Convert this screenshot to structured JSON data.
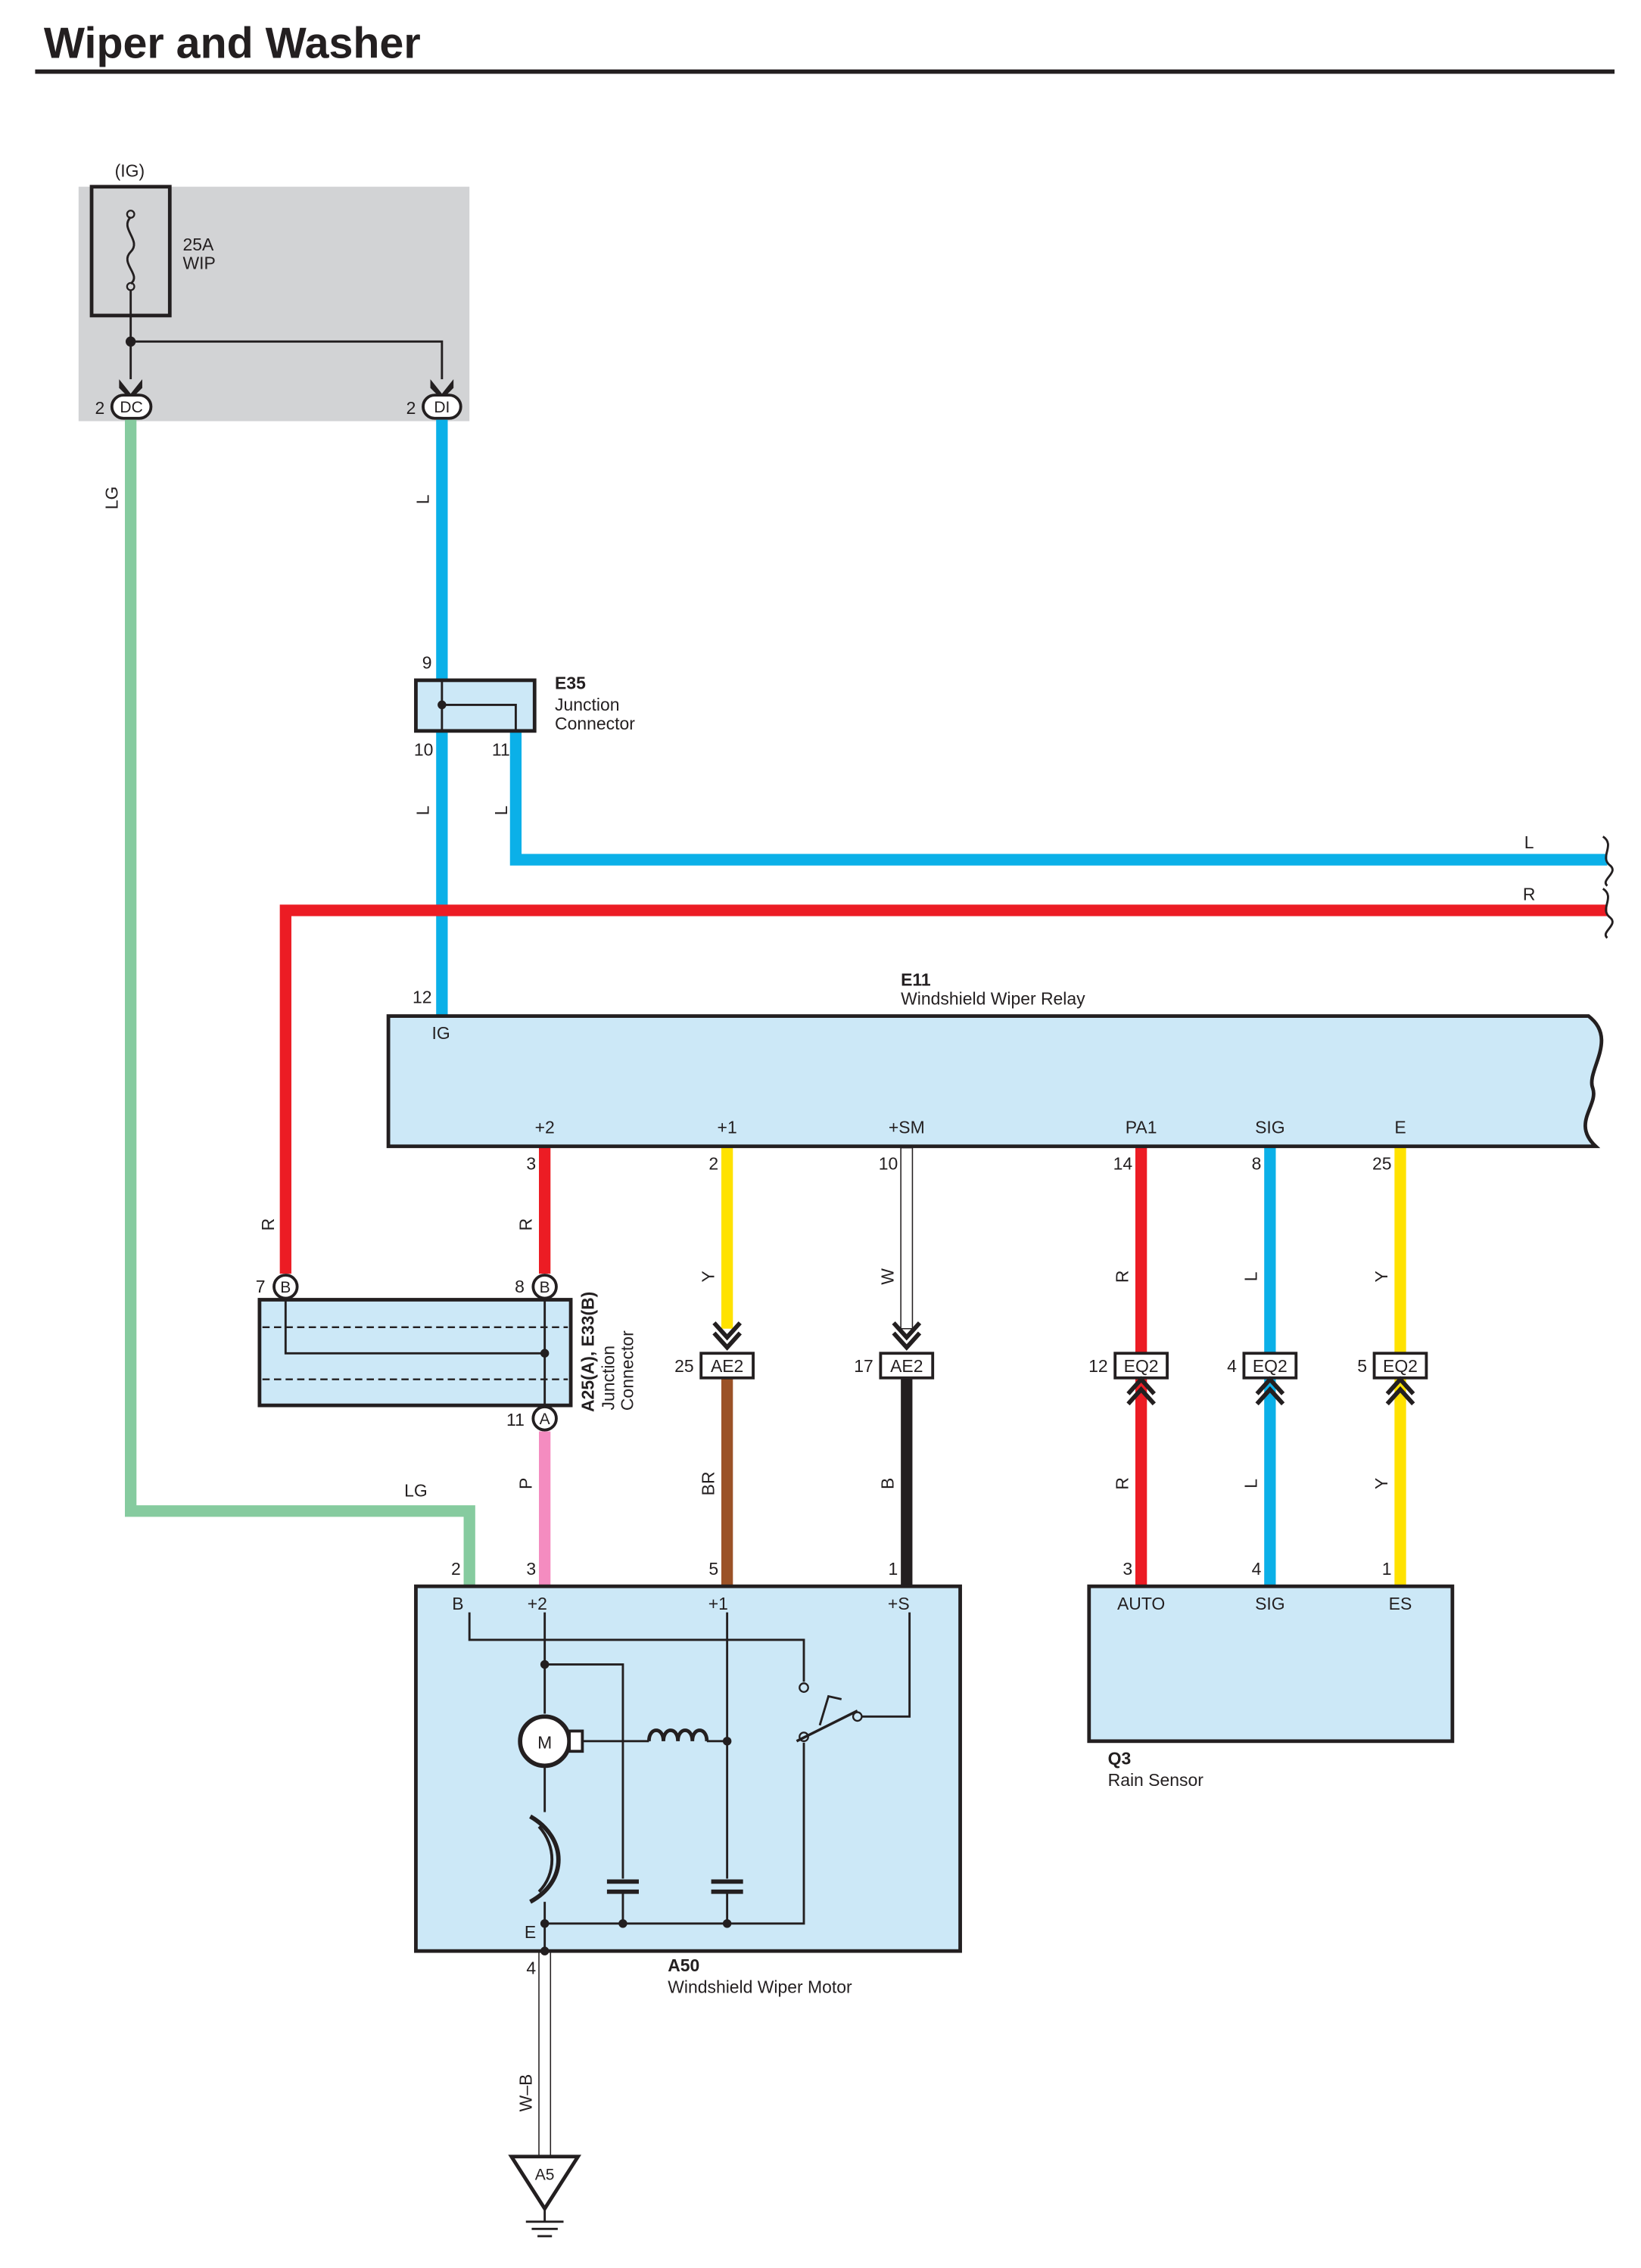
{
  "title": "Wiper and Washer",
  "colors": {
    "LG": "#86cb9f",
    "L": "#0bb0e8",
    "R": "#ec1c24",
    "Y": "#ffe200",
    "P": "#f48cc0",
    "BR": "#9b5227",
    "B": "#231f20",
    "W": "#ffffff",
    "W-B": "#ffffff",
    "box_fill": "#cce8f7",
    "fuse_box_fill": "#d2d3d5",
    "line": "#231f20"
  },
  "fuse_box": {
    "supply": "(IG)",
    "fuse_rating": "25A",
    "fuse_name": "WIP",
    "terminal_dc": {
      "pin": "2",
      "name": "DC"
    },
    "terminal_di": {
      "pin": "2",
      "name": "DI"
    }
  },
  "e35": {
    "code": "E35",
    "name_line1": "Junction",
    "name_line2": "Connector",
    "pin_in": "9",
    "pin_out_a": "10",
    "pin_out_b": "11"
  },
  "right_wires": {
    "l_label": "L",
    "r_label": "R"
  },
  "e11": {
    "code": "E11",
    "name": "Windshield Wiper Relay",
    "ig_pin": "12",
    "ig_label": "IG",
    "terminals": [
      {
        "name": "+2",
        "pin": "3",
        "wire": "R"
      },
      {
        "name": "+1",
        "pin": "2",
        "wire": "Y"
      },
      {
        "name": "+SM",
        "pin": "10",
        "wire": "W"
      },
      {
        "name": "PA1",
        "pin": "14",
        "wire": "R"
      },
      {
        "name": "SIG",
        "pin": "8",
        "wire": "L"
      },
      {
        "name": "E",
        "pin": "25",
        "wire": "Y"
      }
    ]
  },
  "a25": {
    "label_line1": "A25(A), E33(B)",
    "label_line2": "Junction",
    "label_line3": "Connector",
    "pin_left": {
      "pin": "7",
      "conn": "B"
    },
    "pin_right": {
      "pin": "8",
      "conn": "B"
    },
    "pin_bottom": {
      "pin": "11",
      "conn": "A"
    }
  },
  "wire_labels": {
    "lg_vertical": "LG",
    "lg_horizontal": "LG",
    "l_top": "L",
    "l_lower": "L",
    "l_branch": "L",
    "r_left": "R",
    "r_plus2": "R",
    "p": "P",
    "y_plus1": "Y",
    "br": "BR",
    "w_sm": "W",
    "b": "B",
    "r_pa1_upper": "R",
    "r_pa1_lower": "R",
    "l_sig_upper": "L",
    "l_sig_lower": "L",
    "y_e_upper": "Y",
    "y_e_lower": "Y",
    "wb": "W–B"
  },
  "ae2_connectors": [
    {
      "pin": "25",
      "name": "AE2"
    },
    {
      "pin": "17",
      "name": "AE2"
    }
  ],
  "eq2_connectors": [
    {
      "pin": "12",
      "name": "EQ2"
    },
    {
      "pin": "4",
      "name": "EQ2"
    },
    {
      "pin": "5",
      "name": "EQ2"
    }
  ],
  "a50": {
    "code": "A50",
    "name": "Windshield Wiper Motor",
    "terminals": [
      {
        "name": "B",
        "pin": "2"
      },
      {
        "name": "+2",
        "pin": "3"
      },
      {
        "name": "+1",
        "pin": "5"
      },
      {
        "name": "+S",
        "pin": "1"
      }
    ],
    "motor_label": "M",
    "ground_terminal": "E",
    "ground_pin": "4"
  },
  "q3": {
    "code": "Q3",
    "name": "Rain Sensor",
    "terminals": [
      {
        "name": "AUTO",
        "pin": "3"
      },
      {
        "name": "SIG",
        "pin": "4"
      },
      {
        "name": "ES",
        "pin": "1"
      }
    ]
  },
  "ground": {
    "label": "A5"
  }
}
